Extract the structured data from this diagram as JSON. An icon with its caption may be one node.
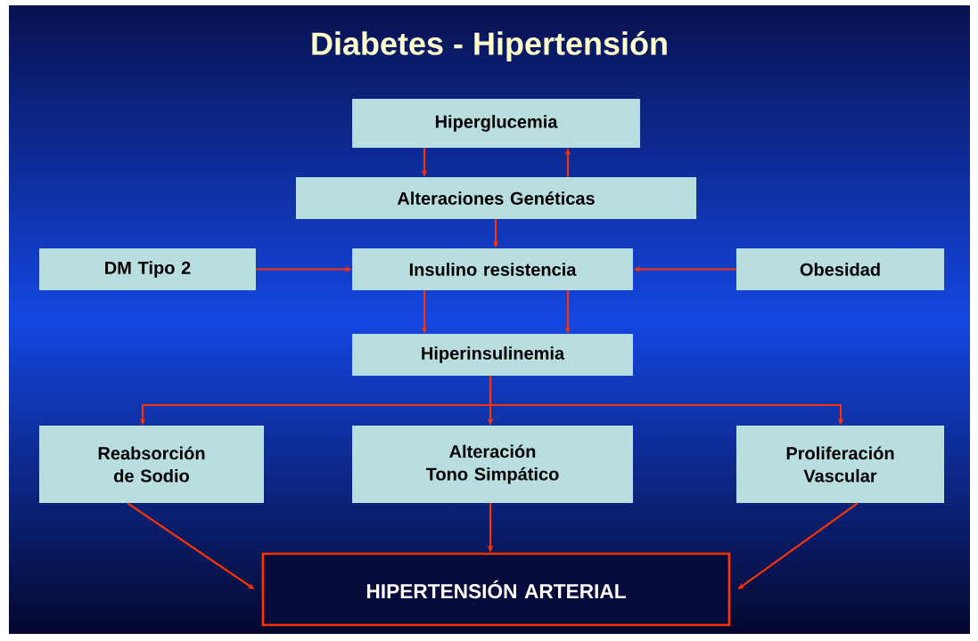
{
  "diagram": {
    "title": "Diabetes - Hipertensión",
    "nodes": [
      {
        "text": [
          "Hiperglucemia"
        ]
      },
      {
        "text": [
          "Alteraciones Genéticas"
        ]
      },
      {
        "text": [
          "DM Tipo 2"
        ]
      },
      {
        "text": [
          "Insulino resistencia"
        ]
      },
      {
        "text": [
          "Obesidad"
        ]
      },
      {
        "text": [
          "Hiperinsulinemia"
        ]
      },
      {
        "text": [
          "Reabsorción de Sodio"
        ]
      },
      {
        "text": [
          "Alteración Tono Simpático"
        ]
      },
      {
        "text": [
          "Proliferación Vascular"
        ]
      },
      {
        "text": [
          "HIPERTENSIÓN ARTERIAL"
        ]
      }
    ],
    "edges": [
      {
        "from": 0,
        "to": 1,
        "arrow": "to"
      },
      {
        "from": 1,
        "to": 0,
        "arrow": "to"
      },
      {
        "from": 1,
        "to": 3,
        "arrow": "to"
      },
      {
        "from": 2,
        "to": 3,
        "arrow": "to"
      },
      {
        "from": 4,
        "to": 3,
        "arrow": "to"
      },
      {
        "from": 3,
        "to": 5,
        "arrow": "to"
      },
      {
        "from": 3,
        "to": 5,
        "arrow": "to"
      },
      {
        "from": 5,
        "to": 6,
        "arrow": "to"
      },
      {
        "from": 5,
        "to": 7,
        "arrow": "to"
      },
      {
        "from": 5,
        "to": 8,
        "arrow": "to"
      },
      {
        "from": 6,
        "to": 9,
        "arrow": "to"
      },
      {
        "from": 7,
        "to": 9,
        "arrow": "to"
      },
      {
        "from": 8,
        "to": 9,
        "arrow": "to"
      }
    ]
  }
}
